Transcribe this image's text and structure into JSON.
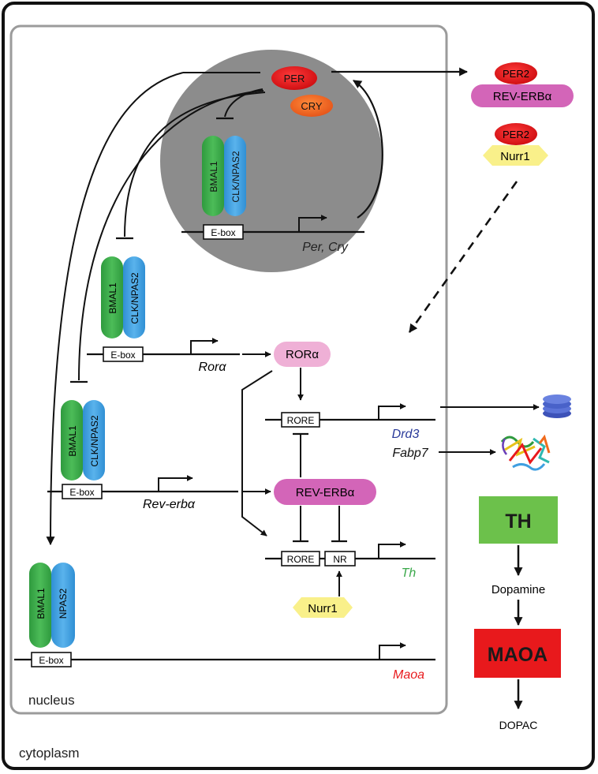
{
  "regions": {
    "nucleus": "nucleus",
    "cytoplasm": "cytoplasm"
  },
  "proteins": {
    "per": "PER",
    "cry": "CRY",
    "per2_a": "PER2",
    "rev_erba_cyto": "REV-ERBα",
    "per2_b": "PER2",
    "nurr1_cyto": "Nurr1",
    "rora": "RORα",
    "rev_erba_nuc": "REV-ERBα",
    "nurr1_nuc": "Nurr1"
  },
  "complexes": {
    "bmal1": "BMAL1",
    "clk_npas2": "CLK/NPAS2",
    "npas2": "NPAS2"
  },
  "elements": {
    "ebox": "E-box",
    "rore": "RORE",
    "nr": "NR"
  },
  "genes": {
    "per_cry": "Per, Cry",
    "rora": "Rorα",
    "rev_erba": "Rev-erbα",
    "drd3": "Drd3",
    "fabp7": "Fabp7",
    "th": "Th",
    "maoa": "Maoa"
  },
  "pathway": {
    "th": "TH",
    "dopamine": "Dopamine",
    "maoa": "MAOA",
    "dopac": "DOPAC"
  },
  "colors": {
    "per": "#e8191c",
    "cry": "#f06a1c",
    "bmal1": "#3aa84a",
    "clk": "#3f9fe0",
    "rora": "#efb0d6",
    "rev_erba": "#d365b8",
    "nurr1": "#f9f08a",
    "th_box": "#6cc14b",
    "maoa_box": "#e8191c",
    "nucleus_circle": "#8c8c8c",
    "drd3_text": "#2a3a9a",
    "th_text": "#3aa84a",
    "maoa_text": "#e8191c"
  }
}
